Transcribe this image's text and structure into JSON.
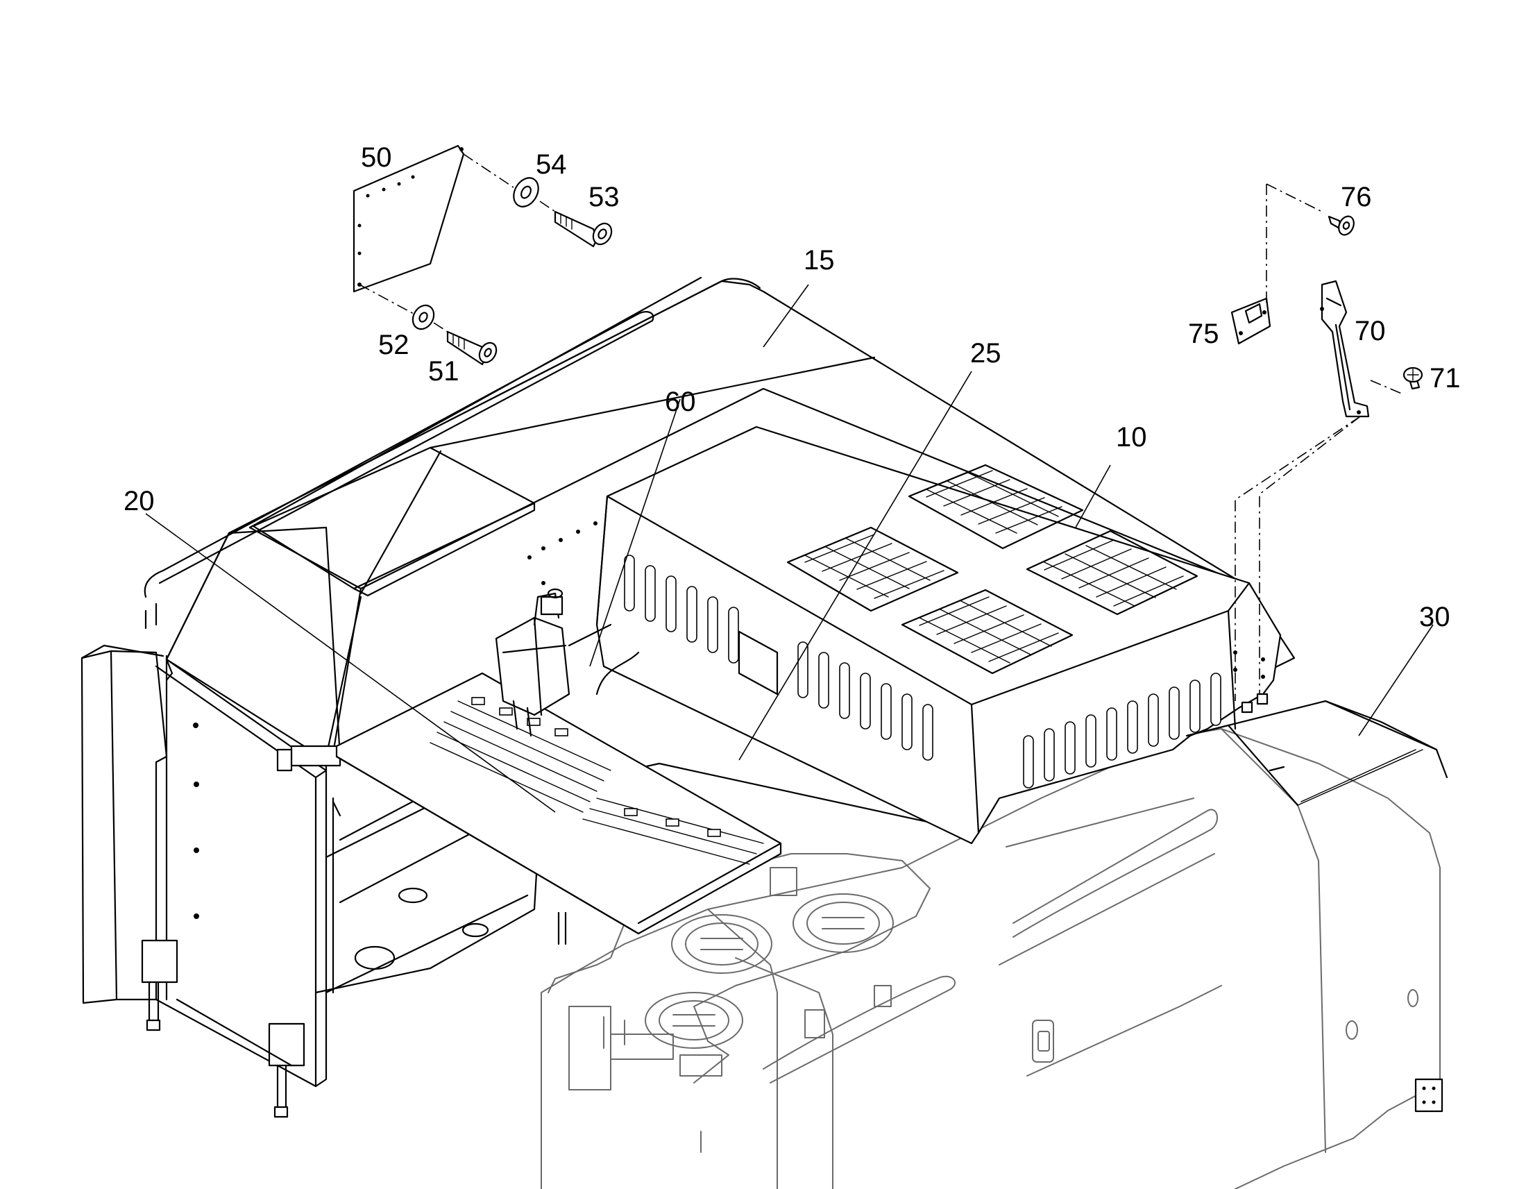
{
  "callouts": [
    {
      "id": "50",
      "label": "50"
    },
    {
      "id": "54",
      "label": "54"
    },
    {
      "id": "53",
      "label": "53"
    },
    {
      "id": "52",
      "label": "52"
    },
    {
      "id": "51",
      "label": "51"
    },
    {
      "id": "15",
      "label": "15"
    },
    {
      "id": "25",
      "label": "25"
    },
    {
      "id": "60",
      "label": "60"
    },
    {
      "id": "20",
      "label": "20"
    },
    {
      "id": "10",
      "label": "10"
    },
    {
      "id": "30",
      "label": "30"
    },
    {
      "id": "76",
      "label": "76"
    },
    {
      "id": "75",
      "label": "75"
    },
    {
      "id": "70",
      "label": "70"
    },
    {
      "id": "71",
      "label": "71"
    }
  ],
  "colors": {
    "line": "#000000",
    "hidden_line": "#6a6a6a",
    "background": "#ffffff"
  }
}
